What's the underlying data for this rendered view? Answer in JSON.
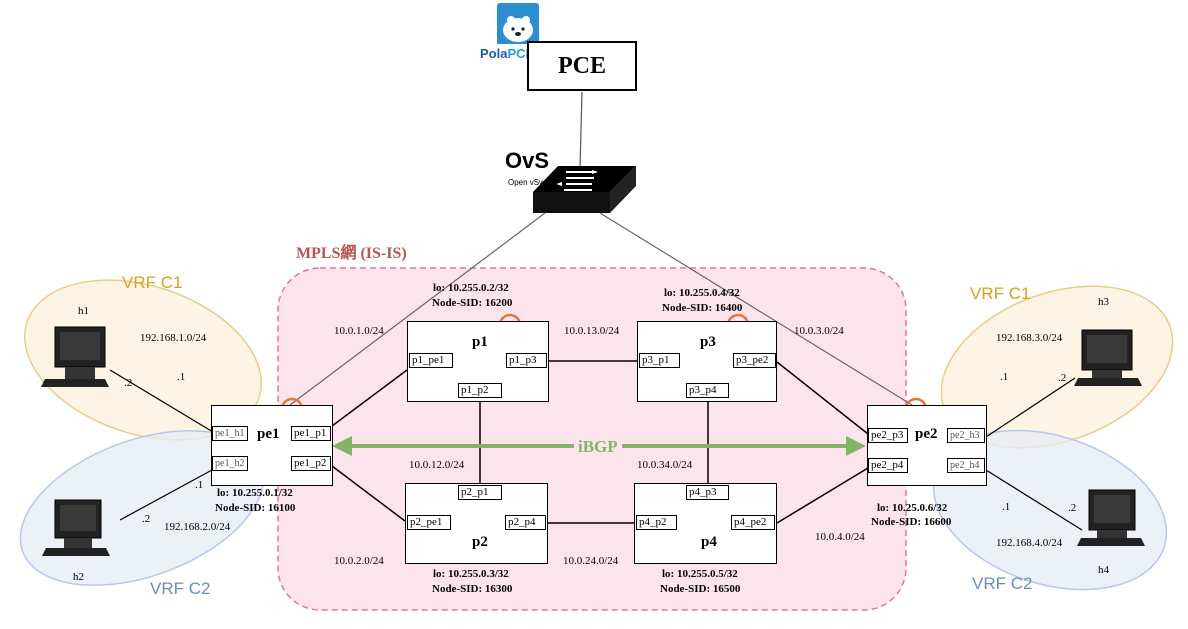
{
  "logo": {
    "text_a": "Pola",
    "text_b": "PCE"
  },
  "pce": {
    "label": "PCE"
  },
  "ovs": {
    "brand": "OvS",
    "subtitle": "Open vSwitch"
  },
  "mpls": {
    "label": "MPLS網 (IS-IS)"
  },
  "ibgp": {
    "label": "iBGP"
  },
  "vrf": {
    "c1_left": "VRF C1",
    "c2_left": "VRF C2",
    "c1_right": "VRF C1",
    "c2_right": "VRF C2"
  },
  "hosts": {
    "h1": "h1",
    "h2": "h2",
    "h3": "h3",
    "h4": "h4"
  },
  "routers": {
    "pe1": {
      "name": "pe1",
      "lo": "lo: 10.255.0.1/32",
      "sid": "Node-SID: 16100",
      "ifs": [
        "pe1_h1",
        "pe1_h2",
        "pe1_p1",
        "pe1_p2"
      ]
    },
    "pe2": {
      "name": "pe2",
      "lo": "lo: 10.25.0.6/32",
      "sid": "Node-SID: 16600",
      "ifs": [
        "pe2_h3",
        "pe2_h4",
        "pe2_p3",
        "pe2_p4"
      ]
    },
    "p1": {
      "name": "p1",
      "lo": "lo: 10.255.0.2/32",
      "sid": "Node-SID: 16200",
      "ifs": [
        "p1_pe1",
        "p1_p3",
        "p1_p2"
      ]
    },
    "p2": {
      "name": "p2",
      "lo": "lo: 10.255.0.3/32",
      "sid": "Node-SID: 16300",
      "ifs": [
        "p2_p1",
        "p2_pe1",
        "p2_p4"
      ]
    },
    "p3": {
      "name": "p3",
      "lo": "lo: 10.255.0.4/32",
      "sid": "Node-SID: 16400",
      "ifs": [
        "p3_p1",
        "p3_pe2",
        "p3_p4"
      ]
    },
    "p4": {
      "name": "p4",
      "lo": "lo: 10.255.0.5/32",
      "sid": "Node-SID: 16500",
      "ifs": [
        "p4_p3",
        "p4_p2",
        "p4_pe2"
      ]
    }
  },
  "subnets": {
    "s1": "192.168.1.0/24",
    "s2": "192.168.2.0/24",
    "s3": "192.168.3.0/24",
    "s4": "192.168.4.0/24",
    "l1": "10.0.1.0/24",
    "l2": "10.0.2.0/24",
    "l3": "10.0.3.0/24",
    "l4": "10.0.4.0/24",
    "l12": "10.0.12.0/24",
    "l13": "10.0.13.0/24",
    "l24": "10.0.24.0/24",
    "l34": "10.0.34.0/24"
  },
  "host_ips": {
    "dot1": ".1",
    "dot2": ".2"
  },
  "colors": {
    "mpls_fill": "#fce4ec",
    "mpls_border": "#e57399",
    "mpls_text": "#b85450",
    "vrf_c1_fill": "#fdf0dc",
    "vrf_c1_border": "#eccb8a",
    "vrf_c1_text": "#d6a31a",
    "vrf_c2_fill": "#e6ecf6",
    "vrf_c2_border": "#b8c8e6",
    "vrf_c2_text": "#6c8ebf",
    "ibgp": "#82b366",
    "router_icon": "#e8772e"
  }
}
